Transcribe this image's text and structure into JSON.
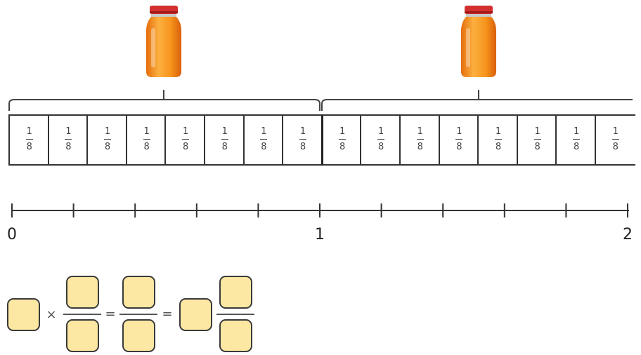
{
  "model": {
    "unit_fraction": {
      "numerator": "1",
      "denominator": "8"
    },
    "parts_per_whole": 8,
    "wholes_shown": 2,
    "jar_icon": "juice-bottle-icon"
  },
  "number_line": {
    "labels": [
      "0",
      "1",
      "2"
    ]
  },
  "equation": {
    "times_symbol": "×",
    "equals_symbol": "=",
    "blank_boxes": [
      "",
      "",
      "",
      "",
      "",
      "",
      "",
      ""
    ]
  },
  "colors": {
    "box_fill": "#fce7a3",
    "box_border": "#3a3a3a",
    "jar_orange": "#f28a1e",
    "jar_lid": "#d32f2f"
  }
}
